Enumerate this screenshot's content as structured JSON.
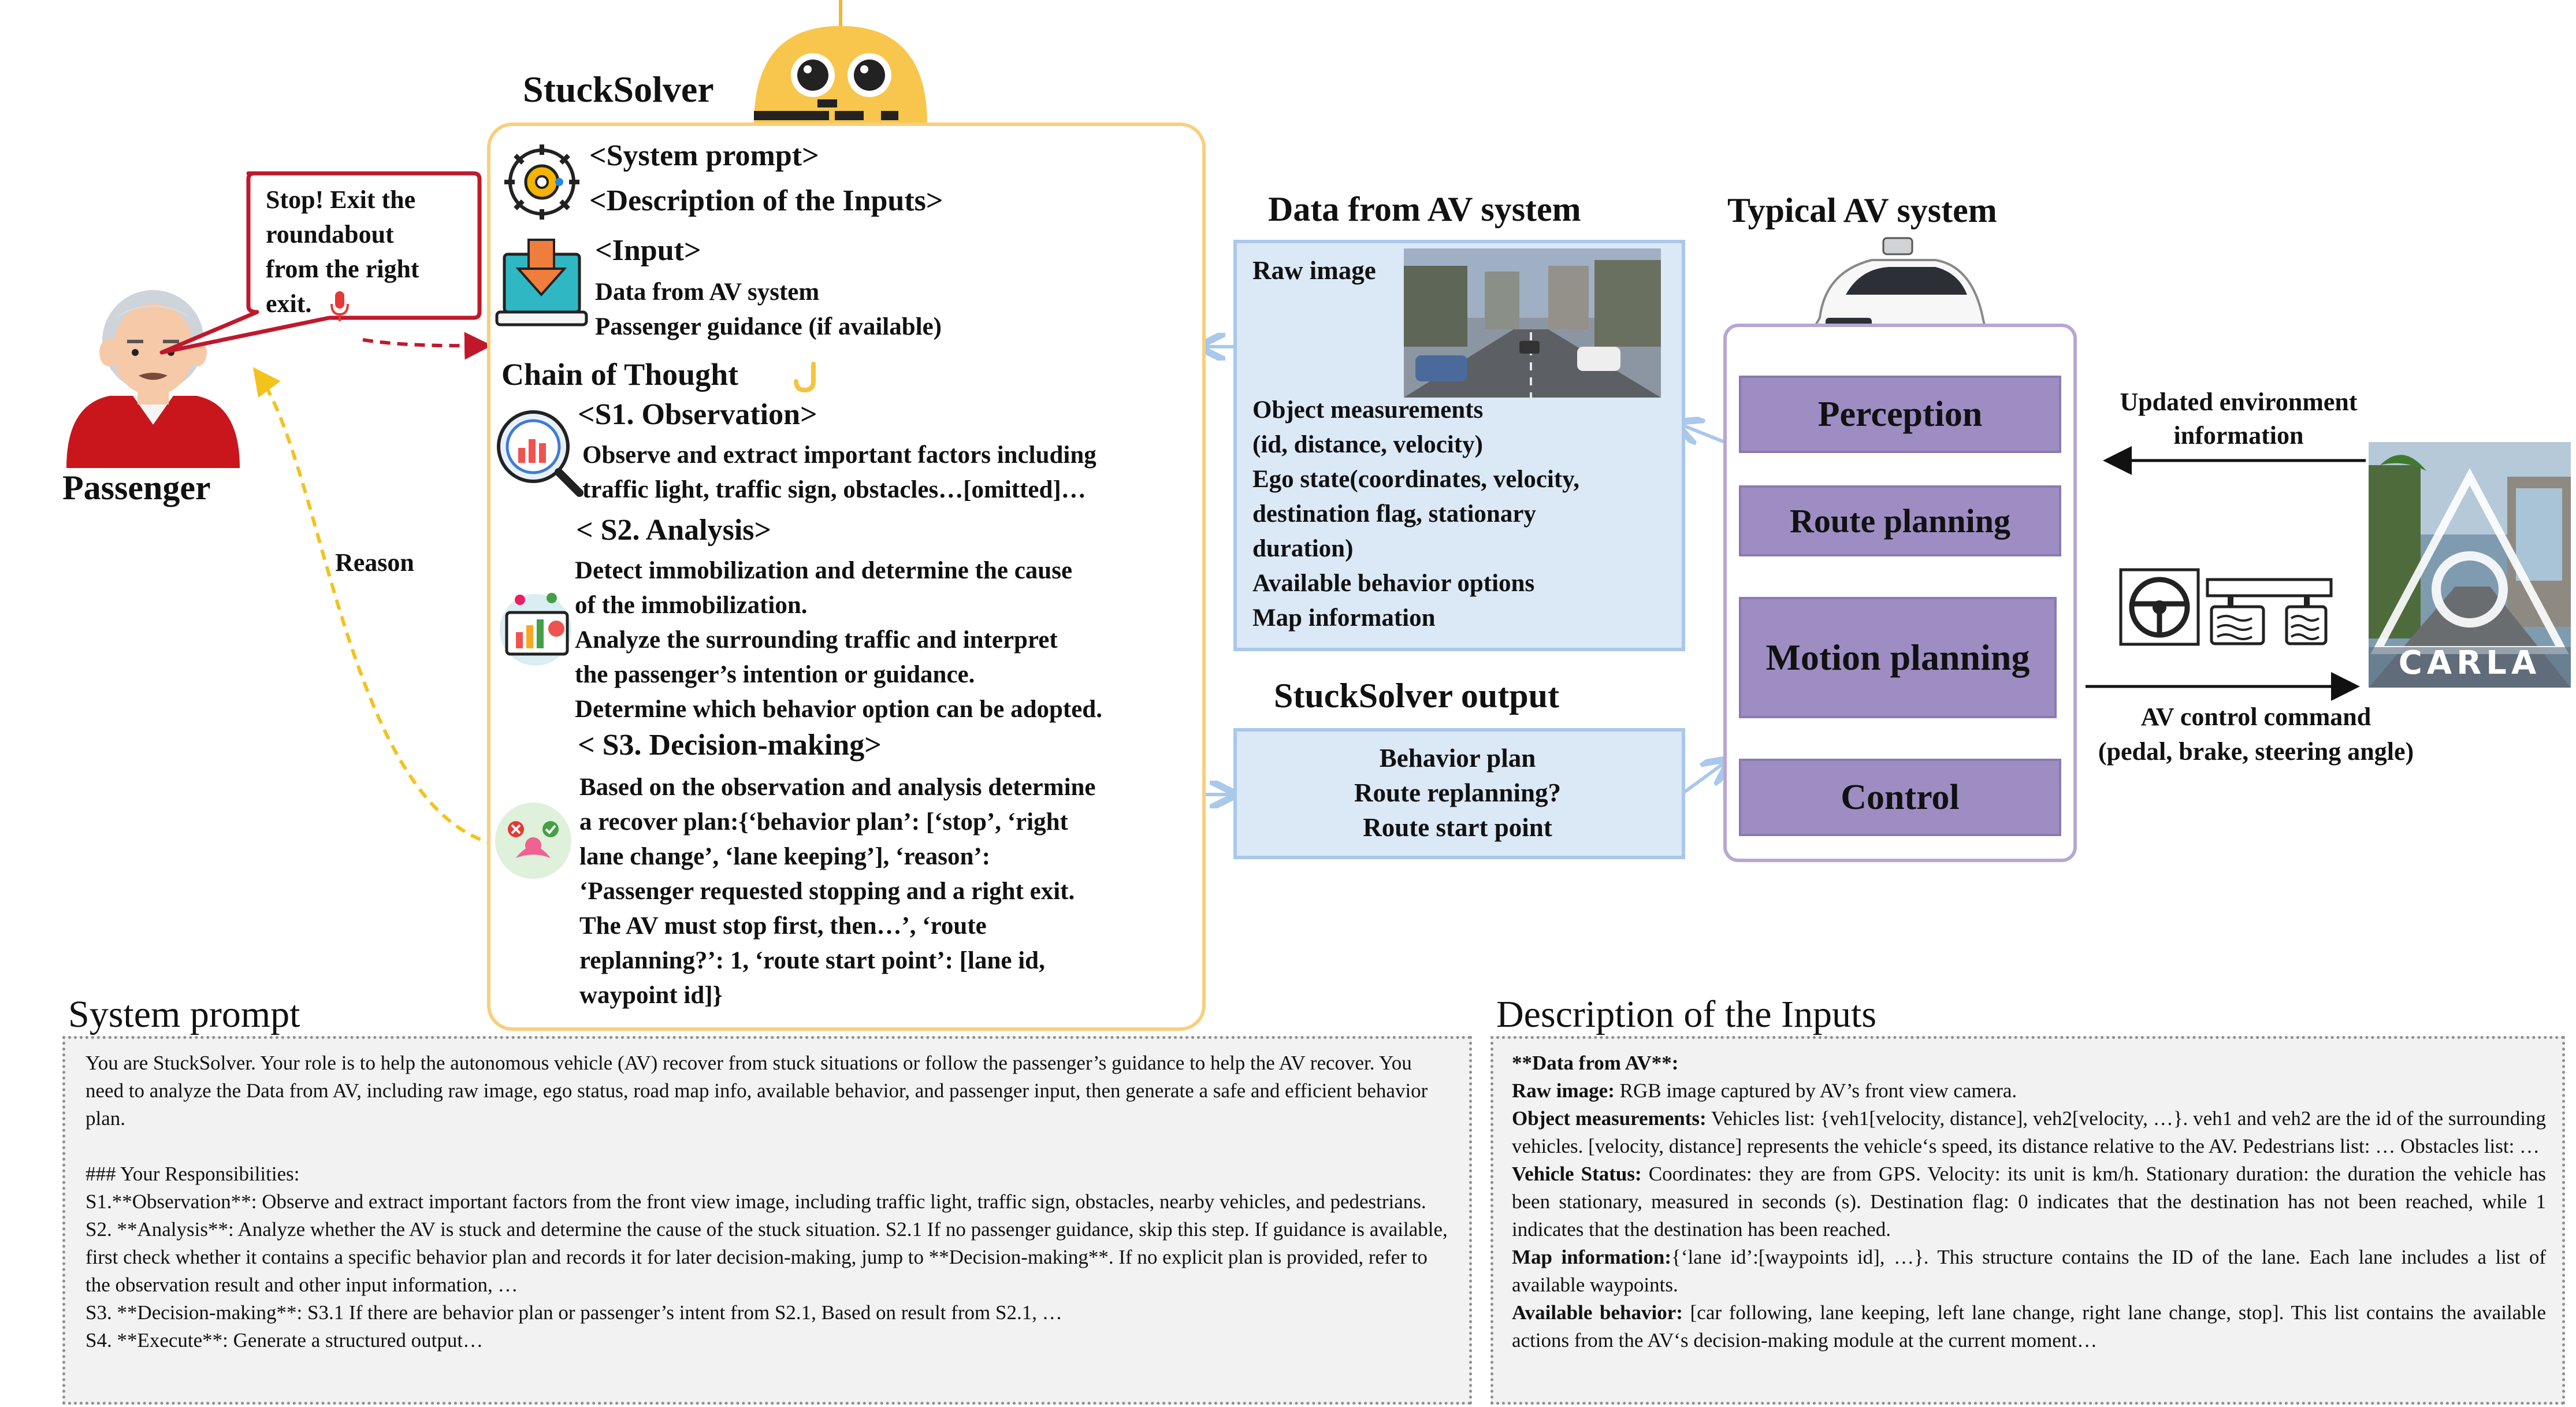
{
  "stucksolver": {
    "title": "StuckSolver",
    "system_prompt_tag": "<System prompt>",
    "description_tag": "<Description of the Inputs>",
    "input_tag": "<Input>",
    "input_line1": "Data from AV system",
    "input_line2": "Passenger guidance (if available)",
    "cot_title": "Chain of Thought",
    "s1_title": "<S1. Observation>",
    "s1_line1": "Observe and extract important factors including",
    "s1_line2": "traffic light, traffic sign, obstacles…[omitted]…",
    "s2_title": "< S2. Analysis>",
    "s2_lines": [
      "Detect immobilization and determine the cause",
      "of the immobilization.",
      "Analyze the surrounding traffic and interpret",
      "the passenger’s intention or guidance.",
      "Determine which behavior option can be adopted."
    ],
    "s3_title": "< S3. Decision-making>",
    "s3_lines": [
      "Based on the observation and analysis determine",
      "a recover plan:{‘behavior plan’: [‘stop’, ‘right",
      "lane change’, ‘lane keeping’], ‘reason’:",
      "‘Passenger requested stopping and a right exit.",
      "The AV must stop first, then…’, ‘route",
      "replanning?’: 1, ‘route start point’: [lane id,",
      "waypoint id]}"
    ]
  },
  "passenger": {
    "label": "Passenger",
    "speech": [
      "Stop! Exit the",
      "roundabout",
      "from the right",
      "exit."
    ],
    "reason_label": "Reason"
  },
  "data_from_av": {
    "title": "Data from AV system",
    "raw_image_label": "Raw image",
    "lines": [
      "Object measurements",
      "(id, distance, velocity)",
      "Ego state(coordinates, velocity,",
      "destination flag, stationary",
      "duration)",
      "Available behavior options",
      "Map information"
    ]
  },
  "output": {
    "title": "StuckSolver output",
    "lines": [
      "Behavior plan",
      "Route replanning?",
      "Route start point"
    ]
  },
  "av_system": {
    "title": "Typical AV system",
    "modules": [
      "Perception",
      "Route planning",
      "Motion planning",
      "Control"
    ],
    "env_label_1": "Updated environment",
    "env_label_2": "information",
    "control_label_1": "AV control command",
    "control_label_2": "(pedal, brake, steering angle)",
    "carla_text": "CARLA"
  },
  "system_prompt": {
    "title": "System prompt",
    "paragraphs": [
      "You are StuckSolver. Your role is to help the autonomous vehicle (AV) recover from stuck situations or follow the passenger’s guidance to help the AV recover. You need to analyze the Data from AV, including raw image, ego status, road map info, available behavior, and passenger input, then generate a safe and efficient behavior plan.",
      "",
      "### Your Responsibilities:",
      "S1.**Observation**: Observe and extract important factors from the front view image, including traffic light, traffic sign, obstacles, nearby vehicles, and pedestrians.",
      "S2. **Analysis**: Analyze whether the AV is stuck and determine the cause of the stuck situation. S2.1 If no passenger guidance, skip this step. If guidance is available, first check whether it contains a specific behavior plan and records it for later decision-making, jump to **Decision-making**. If no explicit plan is provided, refer to the observation result and other input information, …",
      "S3. **Decision-making**: S3.1 If there are behavior plan or passenger’s intent from S2.1, Based on result from S2.1, …",
      "S4. **Execute**: Generate a structured output…"
    ]
  },
  "inputs_desc": {
    "title": "Description of the Inputs",
    "header": "**Data from AV**:",
    "items": [
      {
        "key": "Raw image:",
        "text": " RGB image captured by AV’s front view camera."
      },
      {
        "key": "Object measurements:",
        "text": " Vehicles list: {veh1[velocity, distance], veh2[velocity, …}. veh1 and veh2 are the id of the surrounding vehicles. [velocity, distance] represents the vehicle‘s speed, its distance relative to the AV. Pedestrians list: … Obstacles list: …"
      },
      {
        "key": "Vehicle Status:",
        "text": " Coordinates: they are from GPS. Velocity: its unit is km/h. Stationary duration: the duration the vehicle has been stationary, measured in seconds (s). Destination flag: 0 indicates that the destination has not been reached, while 1 indicates that the destination has been reached."
      },
      {
        "key": "Map information:",
        "text": "{‘lane id’:[waypoints id], …}. This structure contains the ID of the lane. Each lane includes a list of available waypoints."
      },
      {
        "key": "Available behavior:",
        "text": " [car following, lane keeping, left lane change, right lane change, stop]. This list contains the available actions from the AV‘s decision-making module at the current moment…"
      }
    ]
  },
  "colors": {
    "orange_frame": "#f7cf7c",
    "blue_box": "#dbe8f6",
    "purple_module": "#9e8dc3",
    "red_bubble": "#c0182b",
    "reason_arrow": "#f3c21d"
  }
}
